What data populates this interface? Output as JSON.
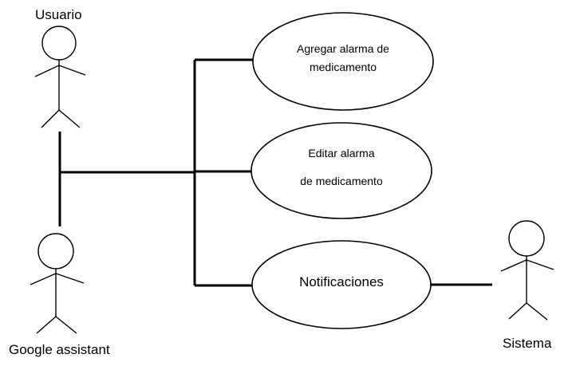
{
  "actors": {
    "usuario": {
      "label": "Usuario"
    },
    "google_assistant": {
      "label": "Google assistant"
    },
    "sistema": {
      "label": "Sistema"
    }
  },
  "use_cases": {
    "agregar": {
      "line1": "Agregar alarma de",
      "line2": "medicamento"
    },
    "editar": {
      "line1": "Editar alarma",
      "line2": "de medicamento"
    },
    "notificaciones": {
      "line1": "Notificaciones"
    }
  }
}
